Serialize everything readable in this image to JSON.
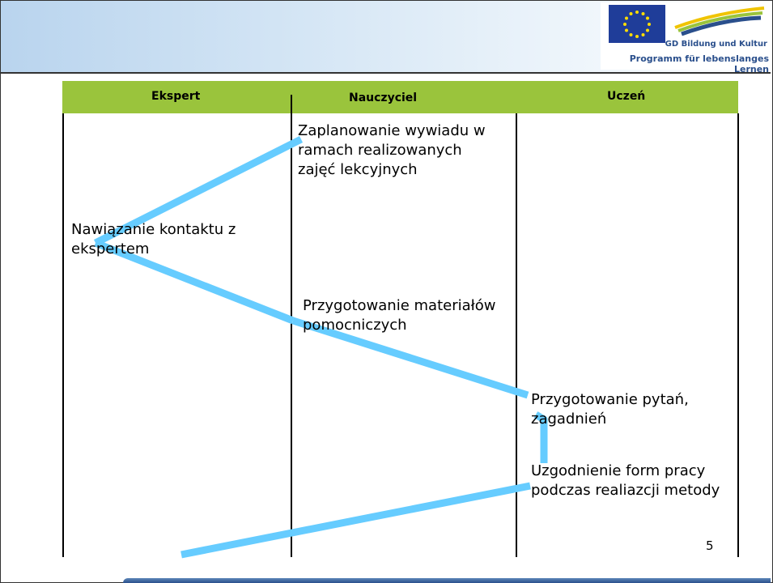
{
  "header": {
    "logo_text_line1": "GD Bildung und Kultur",
    "logo_text_line2": "Programm für lebenslanges Lernen"
  },
  "table": {
    "columns": [
      "Ekspert",
      "Nauczyciel",
      "Uczeń"
    ],
    "header_color": "#9ac43c"
  },
  "steps": [
    {
      "column": "Nauczyciel",
      "text": "Zaplanowanie wywiadu w\nramach realizowanych\nzajęć lekcyjnych"
    },
    {
      "column": "Ekspert",
      "text": "Nawiązanie kontaktu z\nekspertem"
    },
    {
      "column": "Nauczyciel",
      "text": "Przygotowanie materiałów\npomocniczych"
    },
    {
      "column": "Uczeń",
      "text": "Przygotowanie pytań,\nzagadnień"
    },
    {
      "column": "Uczeń",
      "text": "Uzgodnienie form pracy\npodczas realiazcji metody"
    }
  ],
  "connector_color": "#66ccff",
  "page_number": "5"
}
